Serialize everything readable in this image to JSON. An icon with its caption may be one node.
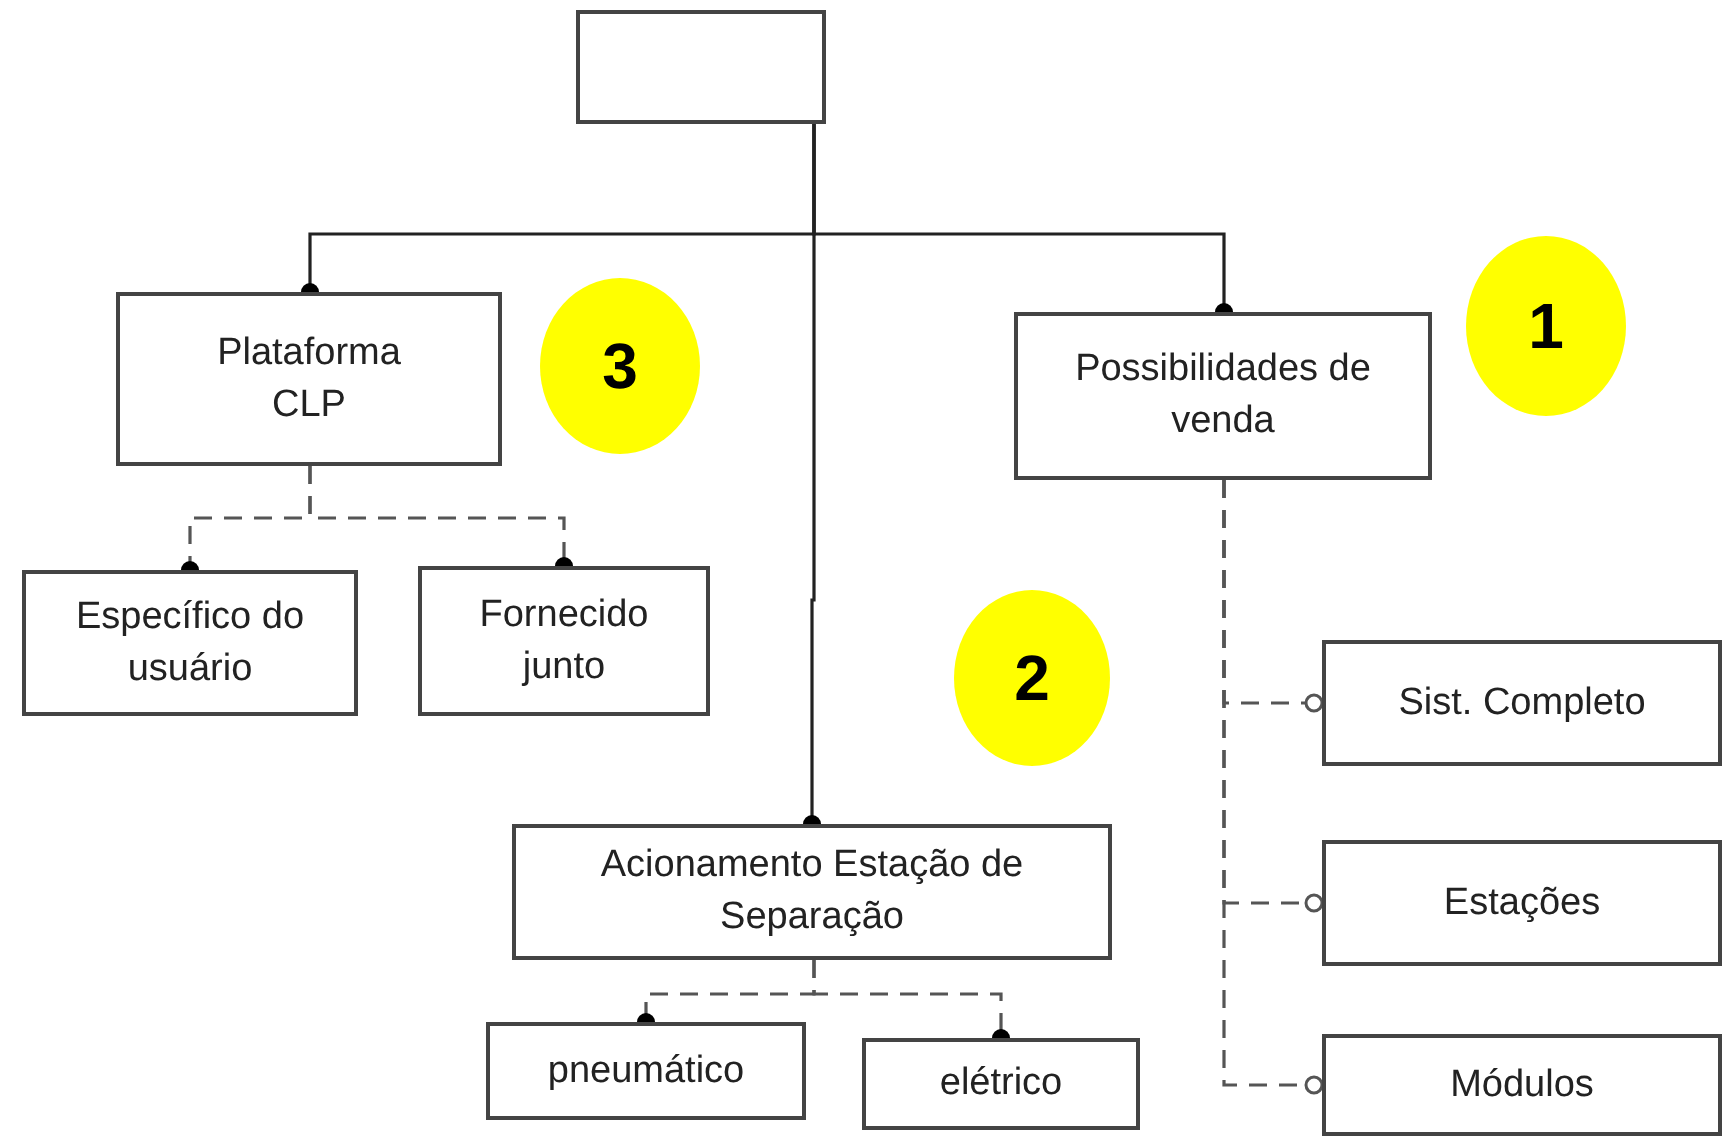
{
  "diagram": {
    "nodes": [
      {
        "text": [],
        "shape": "box"
      },
      {
        "text": [
          "Plataforma CLP"
        ]
      },
      {
        "text": [
          "Possibilidades de venda"
        ]
      },
      {
        "text": [
          "Específico do usuário"
        ]
      },
      {
        "text": [
          "Fornecido junto"
        ]
      },
      {
        "text": [
          "Sist. Completo"
        ]
      },
      {
        "text": [
          "Acionamento Estação de Separação"
        ]
      },
      {
        "text": [
          "Estações"
        ]
      },
      {
        "text": [
          "pneumático"
        ]
      },
      {
        "text": [
          "elétrico"
        ]
      },
      {
        "text": [
          "Módulos"
        ]
      }
    ],
    "edges": [
      {
        "from": 0,
        "to": 1,
        "arrow": "other"
      },
      {
        "from": 0,
        "to": 2,
        "arrow": "other"
      },
      {
        "from": 0,
        "to": 6,
        "arrow": "other"
      },
      {
        "from": 1,
        "to": 3,
        "arrow": "other",
        "style": "dashed"
      },
      {
        "from": 1,
        "to": 4,
        "arrow": "other",
        "style": "dashed"
      },
      {
        "from": 2,
        "to": 5,
        "arrow": "other",
        "style": "dashed"
      },
      {
        "from": 2,
        "to": 7,
        "arrow": "other",
        "style": "dashed"
      },
      {
        "from": 2,
        "to": 10,
        "arrow": "other",
        "style": "dashed"
      },
      {
        "from": 6,
        "to": 8,
        "arrow": "other",
        "style": "dashed"
      },
      {
        "from": 6,
        "to": 9,
        "arrow": "other",
        "style": "dashed"
      }
    ],
    "labels": [
      "3",
      "1",
      "2"
    ]
  }
}
